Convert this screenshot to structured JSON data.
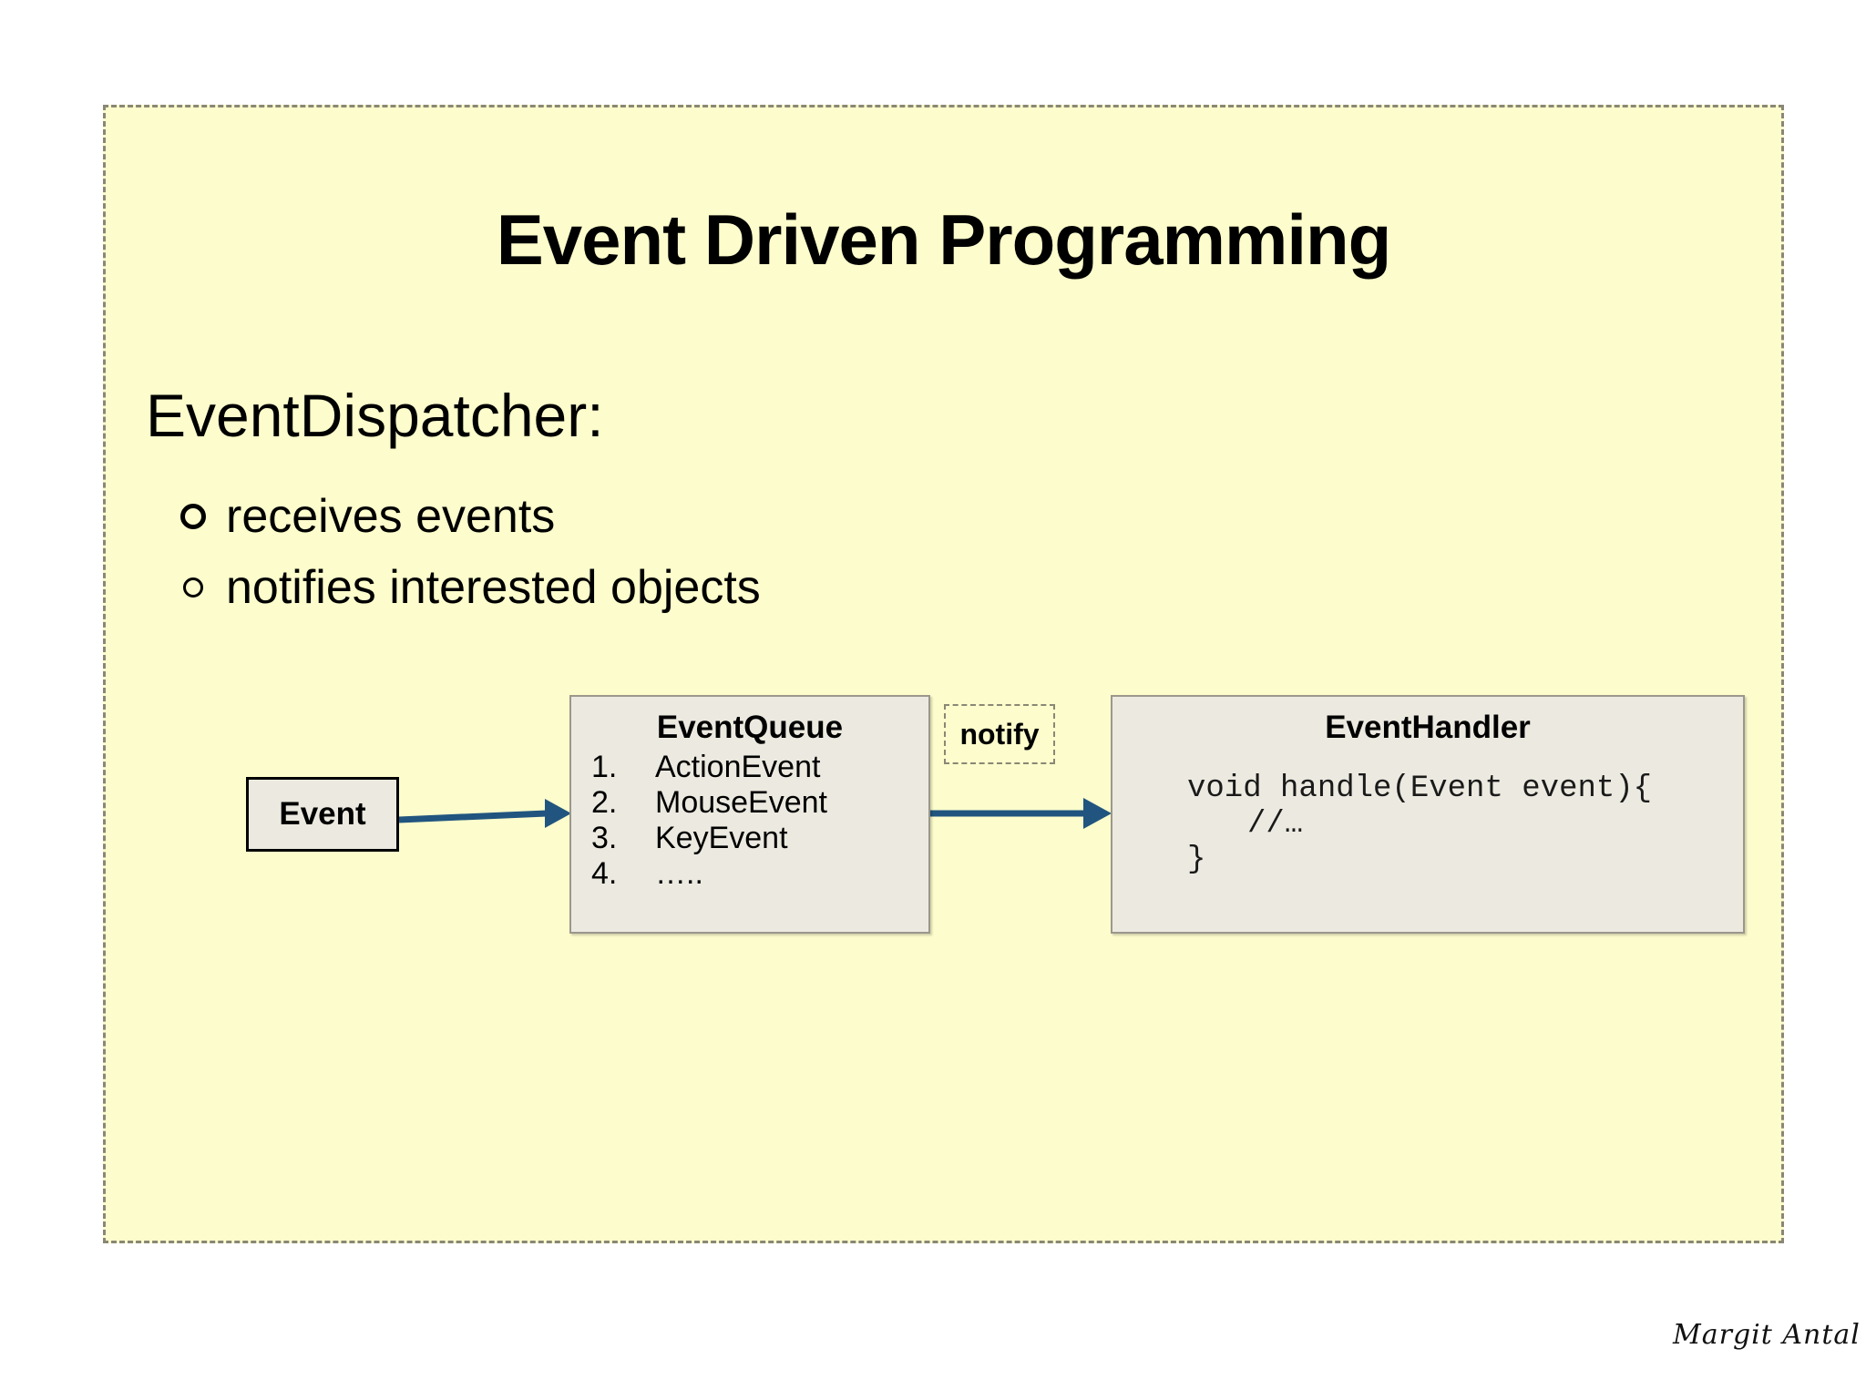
{
  "slide": {
    "title": "Event Driven Programming",
    "heading": "EventDispatcher:",
    "background_color": "#fcfccc",
    "border_color": "#8a8775",
    "bullets": [
      {
        "marker": "hollow-circle",
        "text": "receives events"
      },
      {
        "marker": "hollow-circle",
        "text": "notifies interested objects"
      }
    ],
    "signature": "Margit Antal"
  },
  "diagram": {
    "accent_color": "#21557f",
    "box_fill": "#eceae0",
    "event_box": {
      "title": "Event"
    },
    "event_queue_box": {
      "title": "EventQueue",
      "items": [
        {
          "index": "1.",
          "label": "ActionEvent"
        },
        {
          "index": "2.",
          "label": "MouseEvent"
        },
        {
          "index": "3.",
          "label": "KeyEvent"
        },
        {
          "index": "4.",
          "label": "….."
        }
      ]
    },
    "notify_label": {
      "text": "notify"
    },
    "event_handler_box": {
      "title": "EventHandler",
      "code": [
        "void handle(Event event){",
        "//…",
        "}"
      ]
    }
  }
}
